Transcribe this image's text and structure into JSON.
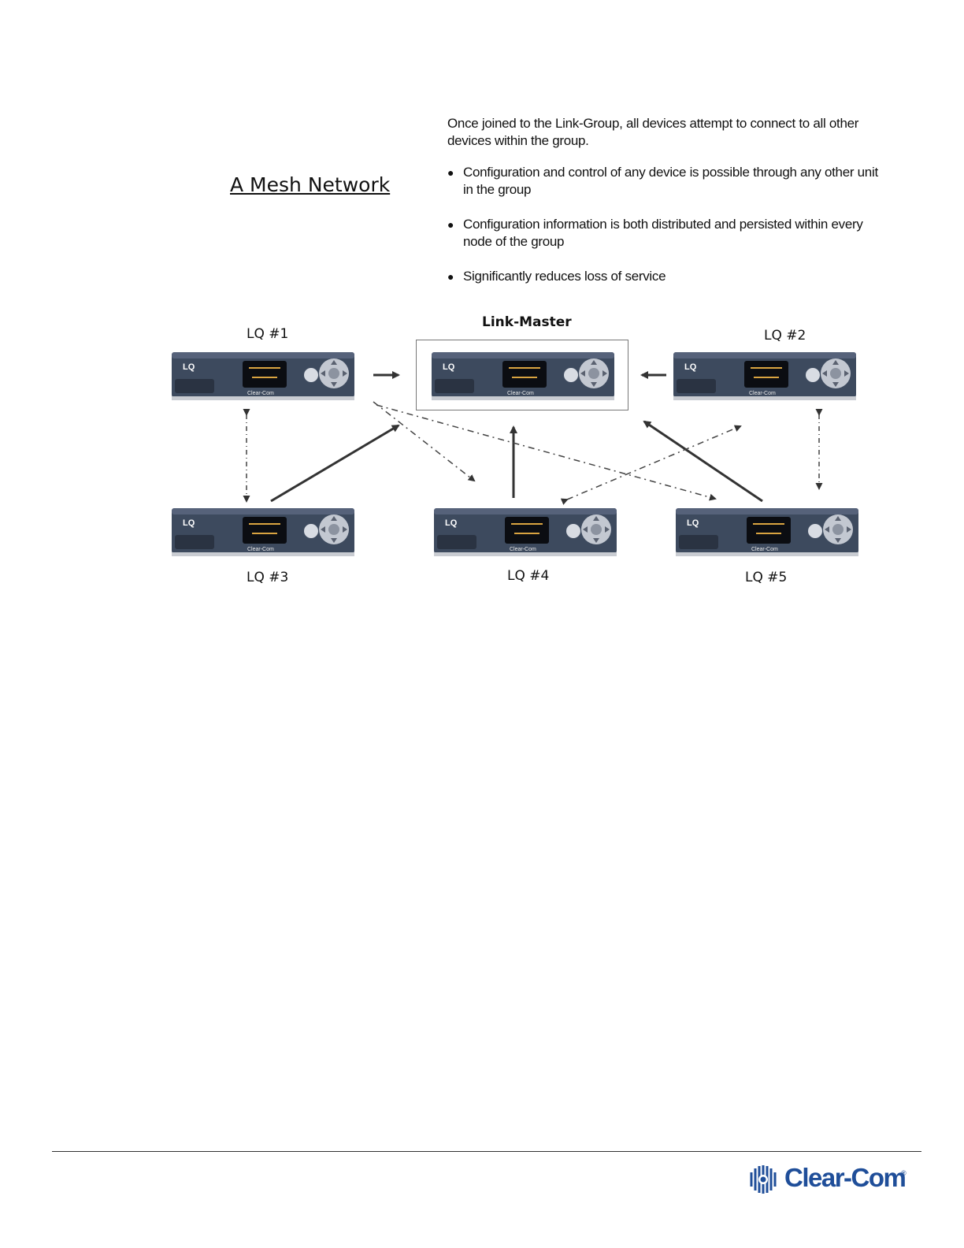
{
  "heading": "A Mesh Network",
  "intro": "Once joined to the Link-Group, all devices attempt to connect to all other devices within the group.",
  "bullets": [
    "Configuration and control of any device is possible through any other unit in the group",
    "Configuration information is both distributed and persisted within every node of the group",
    "Significantly reduces loss of service"
  ],
  "diagram": {
    "master_label": "Link-Master",
    "nodes": [
      {
        "id": "lq1",
        "label": "LQ #1"
      },
      {
        "id": "lq2",
        "label": "LQ #2"
      },
      {
        "id": "lq3",
        "label": "LQ #3"
      },
      {
        "id": "lq4",
        "label": "LQ #4"
      },
      {
        "id": "lq5",
        "label": "LQ #5"
      }
    ],
    "device_brand": "LQ",
    "device_footer": "Clear-Com"
  },
  "footer": {
    "logo_text": "Clear-Com",
    "logo_mark": "®"
  },
  "colors": {
    "device_body": "#3d4a5e",
    "device_top": "#56627a",
    "logo_blue": "#1f4e99"
  }
}
